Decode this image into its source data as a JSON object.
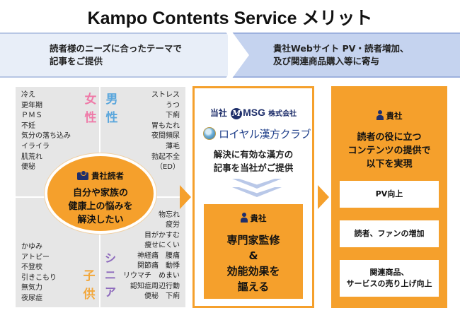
{
  "title": "Kampo Contents Service メリット",
  "top_band": {
    "left_line1": "読者様のニーズに合ったテーマで",
    "left_line2": "記事をご提供",
    "right_line1": "貴社Webサイト PV・読者増加、",
    "right_line2": "及び関連商品購入等に寄与"
  },
  "quadrants": {
    "female": {
      "label": "女性",
      "items": [
        "冷え",
        "更年期",
        "ＰＭＳ",
        "不妊",
        "気分の落ち込み",
        "イライラ",
        "肌荒れ",
        "便秘"
      ]
    },
    "male": {
      "label": "男性",
      "items": [
        "ストレス",
        "うつ",
        "下痢",
        "胃もたれ",
        "夜間頻尿",
        "薄毛",
        "勃起不全",
        "（ED）"
      ]
    },
    "child": {
      "label": "子供",
      "items": [
        "かゆみ",
        "アトピー",
        "不登校",
        "引きこもり",
        "無気力",
        "夜尿症"
      ]
    },
    "senior": {
      "label": "シニア",
      "items": [
        "物忘れ",
        "疲労",
        "目がかすむ",
        "痩せにくい",
        "神経痛　腰痛",
        "関節痛　動悸",
        "リウマチ　めまい",
        "認知症周辺行動",
        "便秘　下痢"
      ]
    }
  },
  "center": {
    "label": "貴社読者",
    "line1": "自分や家族の",
    "line2": "健康上の悩みを",
    "line3": "解決したい"
  },
  "middle": {
    "company_prefix": "当社",
    "msg_logo_letter": "M",
    "msg_name": "MSG",
    "msg_suffix": "株式会社",
    "royal_name": "ロイヤル漢方クラブ",
    "line1": "解決に有効な漢方の",
    "line2": "記事を当社がご提供",
    "box_label": "貴社",
    "box_line1": "専門家監修",
    "box_line2": "&",
    "box_line3": "効能効果を",
    "box_line4": "謳える"
  },
  "right": {
    "label": "貴社",
    "line1": "読者の役に立つ",
    "line2": "コンテンツの提供で",
    "line3": "以下を実現",
    "result1": "PV向上",
    "result2": "読者、ファンの増加",
    "result3_line1": "関連商品、",
    "result3_line2": "サービスの売り上げ向上"
  },
  "colors": {
    "accent_orange": "#f5a02c",
    "band_light": "#e8eef8",
    "band_dark": "#c5d3ef",
    "female_pink": "#ef7aa8",
    "male_blue": "#5aa6dc",
    "child_orange": "#f2a73a",
    "senior_purple": "#8e6bbd",
    "navy": "#1f2f6b"
  },
  "icons": [
    "person-icon",
    "book-reader-icon",
    "msg-logo-icon",
    "royal-emblem-icon",
    "right-arrow-icon",
    "down-chevron-icon"
  ]
}
